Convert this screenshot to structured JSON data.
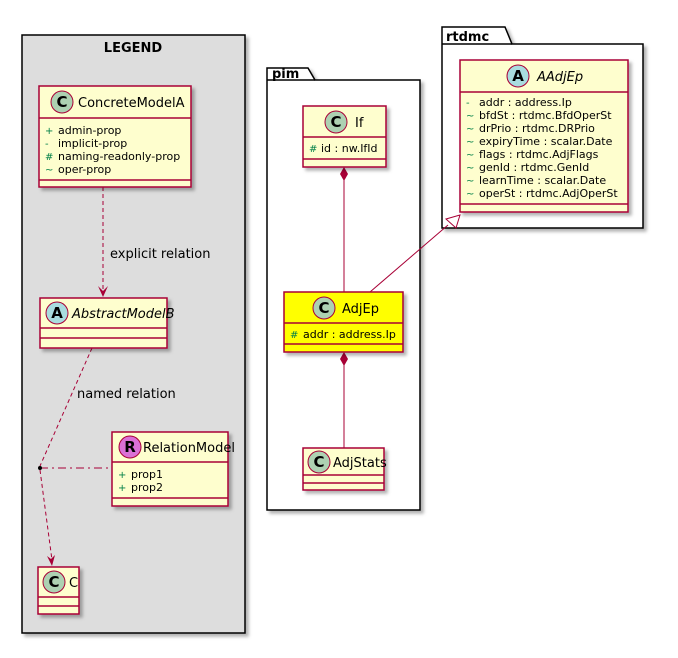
{
  "packages": {
    "legend": {
      "label": "LEGEND"
    },
    "pim": {
      "label": "pim"
    },
    "rtdmc": {
      "label": "rtdmc"
    }
  },
  "classes": {
    "concrete_model_a": {
      "stereotype": "C",
      "name": "ConcreteModelA",
      "attributes": [
        {
          "vis": "+",
          "text": "admin-prop"
        },
        {
          "vis": "-",
          "text": "implicit-prop"
        },
        {
          "vis": "#",
          "text": "naming-readonly-prop"
        },
        {
          "vis": "~",
          "text": "oper-prop"
        }
      ]
    },
    "abstract_model_b": {
      "stereotype": "A",
      "name": "AbstractModelB"
    },
    "relation_model": {
      "stereotype": "R",
      "name": "RelationModel",
      "attributes": [
        {
          "vis": "+",
          "text": "prop1"
        },
        {
          "vis": "+",
          "text": "prop2"
        }
      ]
    },
    "c": {
      "stereotype": "C",
      "name": "C"
    },
    "if": {
      "stereotype": "C",
      "name": "If",
      "attributes": [
        {
          "vis": "#",
          "text": "id : nw.IfId"
        }
      ]
    },
    "adj_ep": {
      "stereotype": "C",
      "name": "AdjEp",
      "attributes": [
        {
          "vis": "#",
          "text": "addr : address.Ip"
        }
      ]
    },
    "adj_stats": {
      "stereotype": "C",
      "name": "AdjStats"
    },
    "a_adj_ep": {
      "stereotype": "A",
      "name": "AAdjEp",
      "attributes": [
        {
          "vis": "-",
          "text": "addr : address.Ip"
        },
        {
          "vis": "~",
          "text": "bfdSt : rtdmc.BfdOperSt"
        },
        {
          "vis": "~",
          "text": "drPrio : rtdmc.DRPrio"
        },
        {
          "vis": "~",
          "text": "expiryTime : scalar.Date"
        },
        {
          "vis": "~",
          "text": "flags : rtdmc.AdjFlags"
        },
        {
          "vis": "~",
          "text": "genId : rtdmc.GenId"
        },
        {
          "vis": "~",
          "text": "learnTime : scalar.Date"
        },
        {
          "vis": "~",
          "text": "operSt : rtdmc.AdjOperSt"
        }
      ]
    }
  },
  "relations": {
    "explicit": "explicit relation",
    "named": "named relation"
  },
  "colors": {
    "class_fill": "#FEFECE",
    "class_border": "#A80036",
    "highlight_fill": "#FFFF00",
    "legend_fill": "#DDDDDD",
    "circle_c": "#ADD1B2",
    "circle_a": "#A9DCDF",
    "circle_r": "#DA70D6"
  }
}
